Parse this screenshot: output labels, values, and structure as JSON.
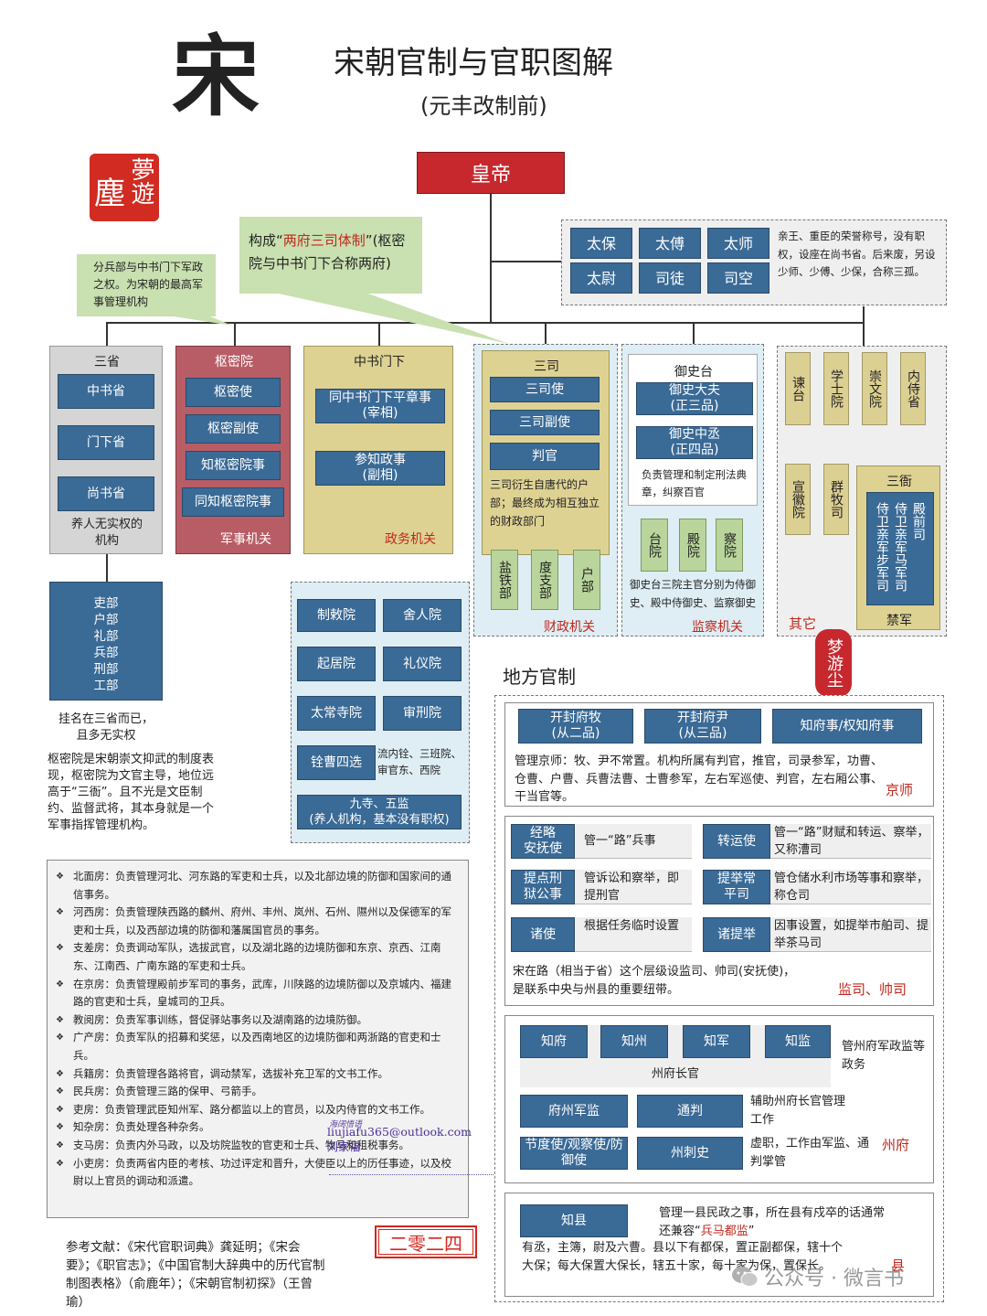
{
  "title": {
    "dynasty_char": "宋",
    "main": "宋朝官制与官职图解",
    "sub": "(元丰改制前)"
  },
  "seals": {
    "top": "梦游尘",
    "mid": "梦游尘"
  },
  "emperor": "皇帝",
  "callouts": {
    "two_fu_prefix": "构成“",
    "two_fu_red": "两府三司体制",
    "two_fu_suffix": "”(枢密院与中书门下合称两府)",
    "shumi": "分兵部与中书门下军政之权。为宋朝的最高军事管理机构"
  },
  "honorary": {
    "titles": [
      "太保",
      "太傅",
      "太师",
      "太尉",
      "司徒",
      "司空"
    ],
    "note": "亲王、重臣的荣誉称号，没有职权，设座在尚书省。后来废，另设少师、少傅、少保，合称三孤。"
  },
  "sansheng": {
    "title": "三省",
    "items": [
      "中书省",
      "门下省",
      "尚书省"
    ],
    "note": "养人无实权的机构",
    "six_ministries": [
      "吏部",
      "户部",
      "礼部",
      "兵部",
      "刑部",
      "工部"
    ],
    "six_note": "挂名在三省而已，且多无实权",
    "shumi_note": "枢密院是宋朝崇文抑武的制度表现，枢密院为文官主导，地位远高于“三衙”。且不光是文臣制约、监督武将，其本身就是一个军事指挥管理机构。"
  },
  "shumiyuan": {
    "title": "枢密院",
    "items": [
      "枢密使",
      "枢密副使",
      "知枢密院事",
      "同知枢密院事"
    ],
    "label": "军事机关"
  },
  "zhongshu": {
    "title": "中书门下",
    "items": [
      "同中书门下平章事\n(宰相)",
      "参知政事\n(副相)"
    ],
    "label": "政务机关"
  },
  "subsidiary": {
    "items": [
      "制敕院",
      "舍人院",
      "起居院",
      "礼仪院",
      "太常寺院",
      "审刑院",
      "铨曹四选"
    ],
    "quan_note": "流内铨、三班院、审官东、西院",
    "jiusi": "九寺、五监\n(养人机构，基本没有职权)"
  },
  "sansi": {
    "title": "三司",
    "items": [
      "三司使",
      "三司副使",
      "判官"
    ],
    "note": "三司衍生自唐代的户部；最终成为相互独立的财政部门",
    "depts": [
      "盐铁部",
      "度支部",
      "户部"
    ],
    "label": "财政机关"
  },
  "yushi": {
    "title": "御史台",
    "items": [
      "御史大夫\n(正三品)",
      "御史中丞\n(正四品)"
    ],
    "note": "负责管理和制定刑法典章，纠察百官",
    "yuan": [
      "台院",
      "殿院",
      "察院"
    ],
    "yuan_note": "御史台三院主官分别为侍御史、殿中侍御史、监察御史",
    "label": "监察机关"
  },
  "other": {
    "items": [
      "谏台",
      "学士院",
      "崇文院",
      "内侍省",
      "宣徽院",
      "群牧司"
    ],
    "sanya_title": "三衙",
    "sanya_cols": [
      "侍卫亲军步军司",
      "侍卫亲军马军司",
      "殿前司"
    ],
    "sanya_sub": "禁军",
    "label": "其它"
  },
  "local": {
    "title": "地方官制",
    "capital": {
      "boxes": [
        "开封府牧\n(从二品)",
        "开封府尹\n(从三品)",
        "知府事/权知府事"
      ],
      "text": "管理京师：牧、尹不常置。机构所属有判官，推官，司录参军，功曹、仓曹、户曹、兵曹法曹、士曹参军，左右军巡使、判官，左右厢公事、干当官等。",
      "label": "京师"
    },
    "lu": {
      "rows": [
        {
          "name": "经略\n安抚使",
          "desc": "管一“路”兵事",
          "name2": "转运使",
          "desc2": "管一“路”财赋和转运、察举，又称漕司"
        },
        {
          "name": "提点刑\n狱公事",
          "desc": "管诉讼和察举，即提刑官",
          "name2": "提举常\n平司",
          "desc2": "管仓储水利市场等事和察举，称仓司"
        },
        {
          "name": "诸使",
          "desc": "根据任务临时设置",
          "name2": "诸提举",
          "desc2": "因事设置，如提举市舶司、提举茶马司"
        }
      ],
      "text": "宋在路（相当于省）这个层级设监司、帅司(安抚使)，是联系中央与州县的重要纽带。",
      "label": "监司、帅司"
    },
    "zhou": {
      "top": [
        "知府",
        "知州",
        "知军",
        "知监"
      ],
      "top_label": "州府长官",
      "top_note": "管州府军政监等政务",
      "mid": [
        "府州军监",
        "通判"
      ],
      "mid_note": "辅助州府长官管理工作",
      "bot": [
        "节度使/观察使/防御使",
        "州刺史"
      ],
      "bot_note": "虚职，工作由军监、通判掌管",
      "label": "州府"
    },
    "county": {
      "box": "知县",
      "text1_a": "管理一县民政之事，所在县有戍卒的话通常还兼容“",
      "text1_red": "兵马都监",
      "text1_b": "”",
      "text2": "有丞，主簿，尉及六曹。县以下有都保，置正副都保，辖十个大保；每大保置大保长，辖五十家，每十家为保，置保长。",
      "label": "县"
    }
  },
  "notes": [
    "北面房：负责管理河北、河东路的军吏和士兵，以及北部边境的防御和国家间的通信事务。",
    "河西房：负责管理陕西路的麟州、府州、丰州、岚州、石州、隰州以及保德军的军吏和士兵，以及西部边境的防御和藩属国官员的事务。",
    "支差房：负责调动军队，选拔武官，以及湖北路的边境防御和东京、京西、江南东、江南西、广南东路的军吏和士兵。",
    "在京房：负责管理殿前步军司的事务，武库，川陕路的边境防御以及京城内、福建路的官吏和士兵，皇城司的卫兵。",
    "教阅房：负责军事训练，督促驿站事务以及湖南路的边境防御。",
    "广产房：负责军队的招募和奖惩，以及西南地区的边境防御和两浙路的官吏和士兵。",
    "兵籍房：负责管理各路将官，调动禁军，选拔补充卫军的文书工作。",
    "民兵房：负责管理三路的保甲、弓箭手。",
    "吏房：负责管理武臣知州军、路分都监以上的官员，以及内侍官的文书工作。",
    "知杂房：负责处理各种杂务。",
    "支马房：负责内外马政，以及坊院监牧的官吏和士兵、牧马和租税事务。",
    "小吏房：负责两省内臣的考核、功过评定和晋升，大使臣以上的历任事迹，以及校尉以上官员的调动和派遣。"
  ],
  "watermark": {
    "small": "海阔悟语",
    "email": "liujiafu365@outlook.com",
    "name": "刘家福"
  },
  "year_stamp": "二零二四",
  "references": "参考文献：《宋代官职词典》龚延明；《宋会要》；《职官志》；《中国官制大辞典中的历代官制制图表格》（俞鹿年）；《宋朝官制初探》（王曾瑜）",
  "wechat": "公众号 · 微言书"
}
